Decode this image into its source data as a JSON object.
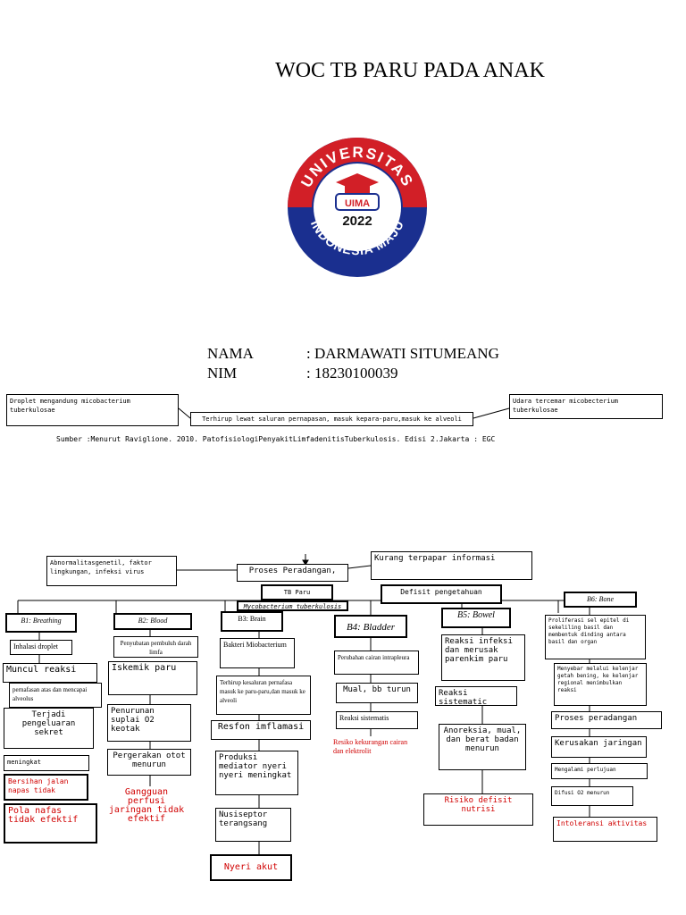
{
  "title": "WOC TB PARU PADA ANAK",
  "logo": {
    "arc_top": "UNIVERSITAS",
    "arc_bottom": "INDONESIA MAJU",
    "inner": "UIMA",
    "year": "2022"
  },
  "identity": {
    "nama_label": "NAMA",
    "nama_value": ": DARMAWATI SITUMEANG",
    "nim_label": "NIM",
    "nim_value": ":  18230100039"
  },
  "top": {
    "droplet": "Droplet mengandung micobacterium tuberkulosae",
    "terhirup": "Terhirup lewat saluran pernapasan, masuk kepara-paru,masuk ke alveoli",
    "udara": "Udara tercemar micobecterium tuberkulosae",
    "sumber": "Sumber :Menurut Raviglione. 2010. PatofisiologiPenyakitLimfadenitisTuberkulosis. Edisi 2.Jakarta : EGC"
  },
  "mid": {
    "abnormal": "Abnormalitasgenetil, faktor lingkungan, infeksi virus",
    "proses": "Proses Peradangan,",
    "kurang": "Kurang terpapar informasi",
    "tbparu": "TB Paru",
    "defisit": "Defisit pengetahuan",
    "myco": "Mycobacterium tuberkulosis"
  },
  "b1": {
    "label": "B1: Breathing",
    "items": [
      "Inhalasi droplet",
      "Muncul reaksi",
      "pernafasan atas dan mencapai alveolus",
      "Terjadi pengeluaran sekret",
      "meningkat"
    ],
    "dx1": "Bersihan jalan napas tidak",
    "dx2": "Pola nafas tidak efektif"
  },
  "b2": {
    "label": "B2: Blood",
    "items": [
      "Penyubatan pembuluh darah limfa",
      "Iskemik paru",
      "Penurunan suplai O2 keotak",
      "Pergerakan otot menurun"
    ],
    "dx": "Gangguan perfusi jaringan tidak efektif"
  },
  "b3": {
    "label": "B3: Brain",
    "items": [
      "Bakteri Miobacterium",
      "Terhirup kesaluran pernafasa masuk ke paru-paru,dan masuk ke alveoli",
      "Resfon imflamasi",
      "Produksi mediator nyeri nyeri meningkat",
      "Nusiseptor terangsang"
    ],
    "dx": "Nyeri akut"
  },
  "b4": {
    "label": "B4: Bladder",
    "items": [
      "Perubahan cairan intrapleura",
      "Mual, bb turun",
      "Reaksi sistematis"
    ],
    "dx": "Resiko kekurangan cairan dan elektrolit"
  },
  "b5": {
    "label": "B5: Bowel",
    "items": [
      "Reaksi infeksi dan merusak parenkim paru",
      "Reaksi sistematic",
      "Anoreksia, mual, dan berat badan menurun"
    ],
    "dx": "Risiko defisit nutrisi"
  },
  "b6": {
    "label": "B6: Bone",
    "items": [
      "Proliferasi sel epitel di sekeliling basil dan membentuk dinding antara basil dan organ",
      "Menyebar melalui kelenjar getah bening, ke kelenjar regional menimbulkan reaksi",
      "Proses peradangan",
      "Kerusakan jaringan",
      "Mengalami perlujuan",
      "Difusi O2 menurun"
    ],
    "dx": "Intoleransi aktivitas"
  }
}
